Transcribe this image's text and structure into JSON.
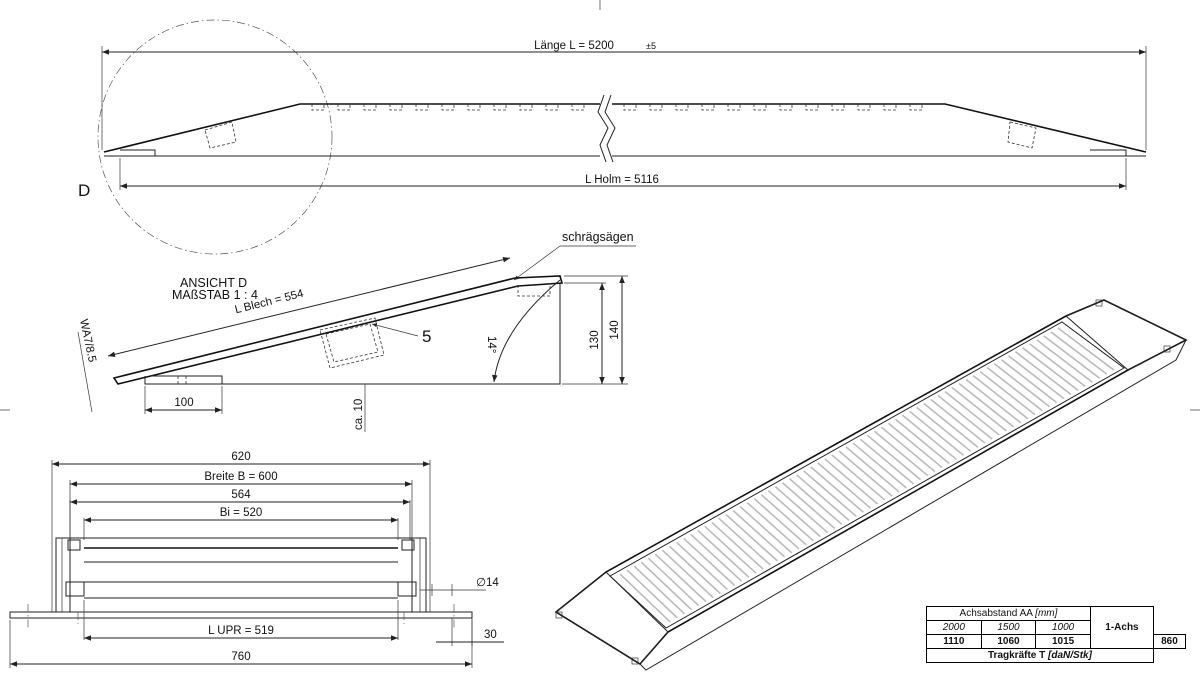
{
  "top_view": {
    "laenge": "Länge L = 5200",
    "laenge_tol": "±5",
    "holm": "L Holm = 5116",
    "detail_marker": "D"
  },
  "ansicht_d": {
    "title_line1": "ANSICHT D",
    "title_line2": "MAßSTAB 1 : 4",
    "blech": "L Blech = 554",
    "schraegsaegen": "schrägsägen",
    "weld": "WA7/8.5",
    "item": "5",
    "angle": "14°",
    "dim_130": "130",
    "dim_140": "140",
    "dim_100": "100",
    "dim_ca10": "ca. 10"
  },
  "front_view": {
    "d620": "620",
    "breite": "Breite B = 600",
    "d564": "564",
    "bi": "Bi = 520",
    "phi14": "∅14",
    "lupr": "L UPR = 519",
    "d30": "30",
    "d760": "760"
  },
  "table": {
    "header": "Achsabstand AA",
    "header_unit": "[mm]",
    "axle_label": "1-Achs",
    "spacings": [
      "2000",
      "1500",
      "1000"
    ],
    "loads": [
      "1110",
      "1060",
      "1015"
    ],
    "single_axle_load": "860",
    "footer": "Tragkräfte T",
    "footer_unit": "[daN/Stk]"
  }
}
